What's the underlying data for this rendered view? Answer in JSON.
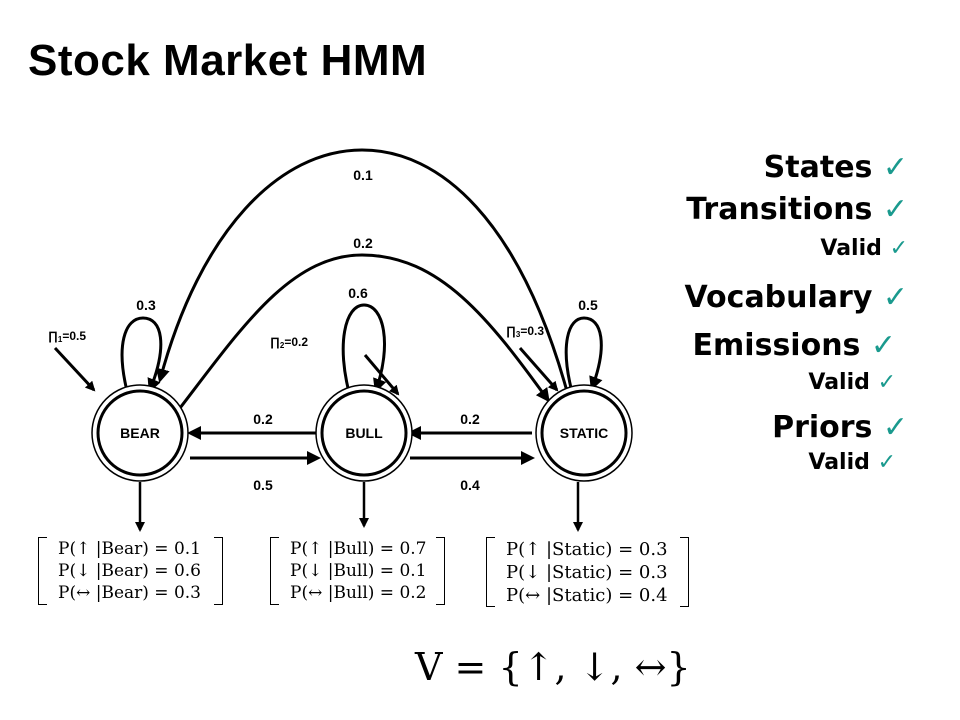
{
  "title": "Stock Market HMM",
  "states": [
    {
      "name": "BEAR",
      "self_loop": "0.3",
      "prior_symbol": "∏",
      "prior_sub": "1",
      "prior_value": "=0.5"
    },
    {
      "name": "BULL",
      "self_loop": "0.6",
      "prior_symbol": "∏",
      "prior_sub": "2",
      "prior_value": "=0.2"
    },
    {
      "name": "STATIC",
      "self_loop": "0.5",
      "prior_symbol": "∏",
      "prior_sub": "3",
      "prior_value": "=0.3"
    }
  ],
  "transitions": {
    "static_to_bear_outer": "0.1",
    "bear_to_static_inner": "0.2",
    "bull_to_bear": "0.2",
    "bear_to_bull": "0.5",
    "static_to_bull": "0.2",
    "bull_to_static": "0.4"
  },
  "emissions": [
    {
      "state": "Bear",
      "rows": [
        "P(↑ |Bear) = 0.1",
        "P(↓ |Bear) = 0.6",
        "P(↔ |Bear) = 0.3"
      ]
    },
    {
      "state": "Bull",
      "rows": [
        "P(↑ |Bull) = 0.7",
        "P(↓ |Bull) = 0.1",
        "P(↔ |Bull) = 0.2"
      ]
    },
    {
      "state": "Static",
      "rows": [
        "P(↑ |Static) = 0.3",
        "P(↓ |Static) = 0.3",
        "P(↔ |Static) = 0.4"
      ]
    }
  ],
  "vocabulary": "V = {↑, ↓, ↔}",
  "checklist": {
    "mark": "✓",
    "states": "States",
    "transitions": "Transitions",
    "transitions_valid": "Valid",
    "vocabulary": "Vocabulary",
    "emissions": "Emissions",
    "emissions_valid": "Valid",
    "priors": "Priors",
    "priors_valid": "Valid"
  },
  "colors": {
    "check": "#1a9a8e",
    "stroke": "#000000"
  }
}
